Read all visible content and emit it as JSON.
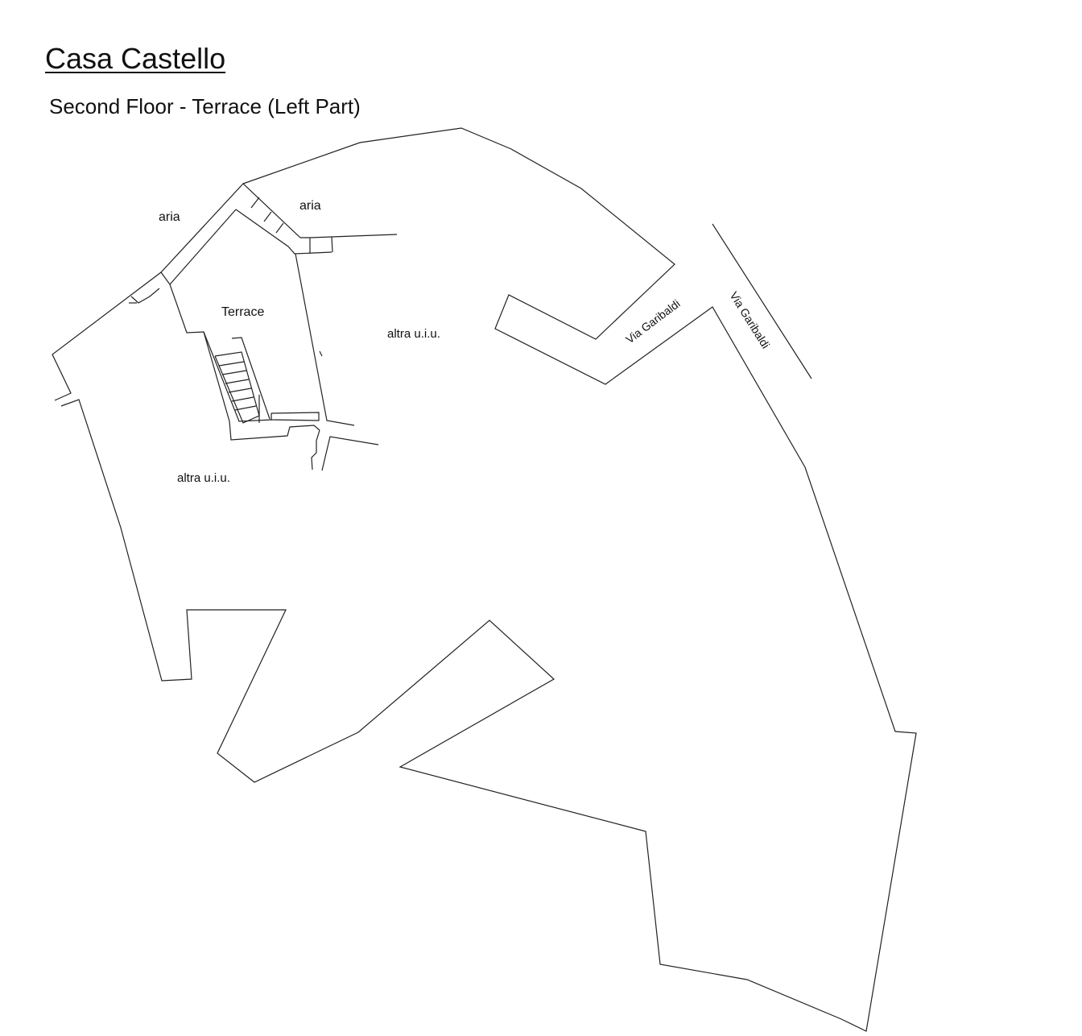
{
  "title": "Casa Castello",
  "subtitle": "Second Floor - Terrace (Left Part)",
  "labels": {
    "aria_left": "aria",
    "aria_right": "aria",
    "terrace": "Terrace",
    "altra_uiu_right": "altra u.i.u.",
    "altra_uiu_left": "altra u.i.u.",
    "street_1": "Via Garibaldi",
    "street_2": "Via Garibaldi"
  }
}
